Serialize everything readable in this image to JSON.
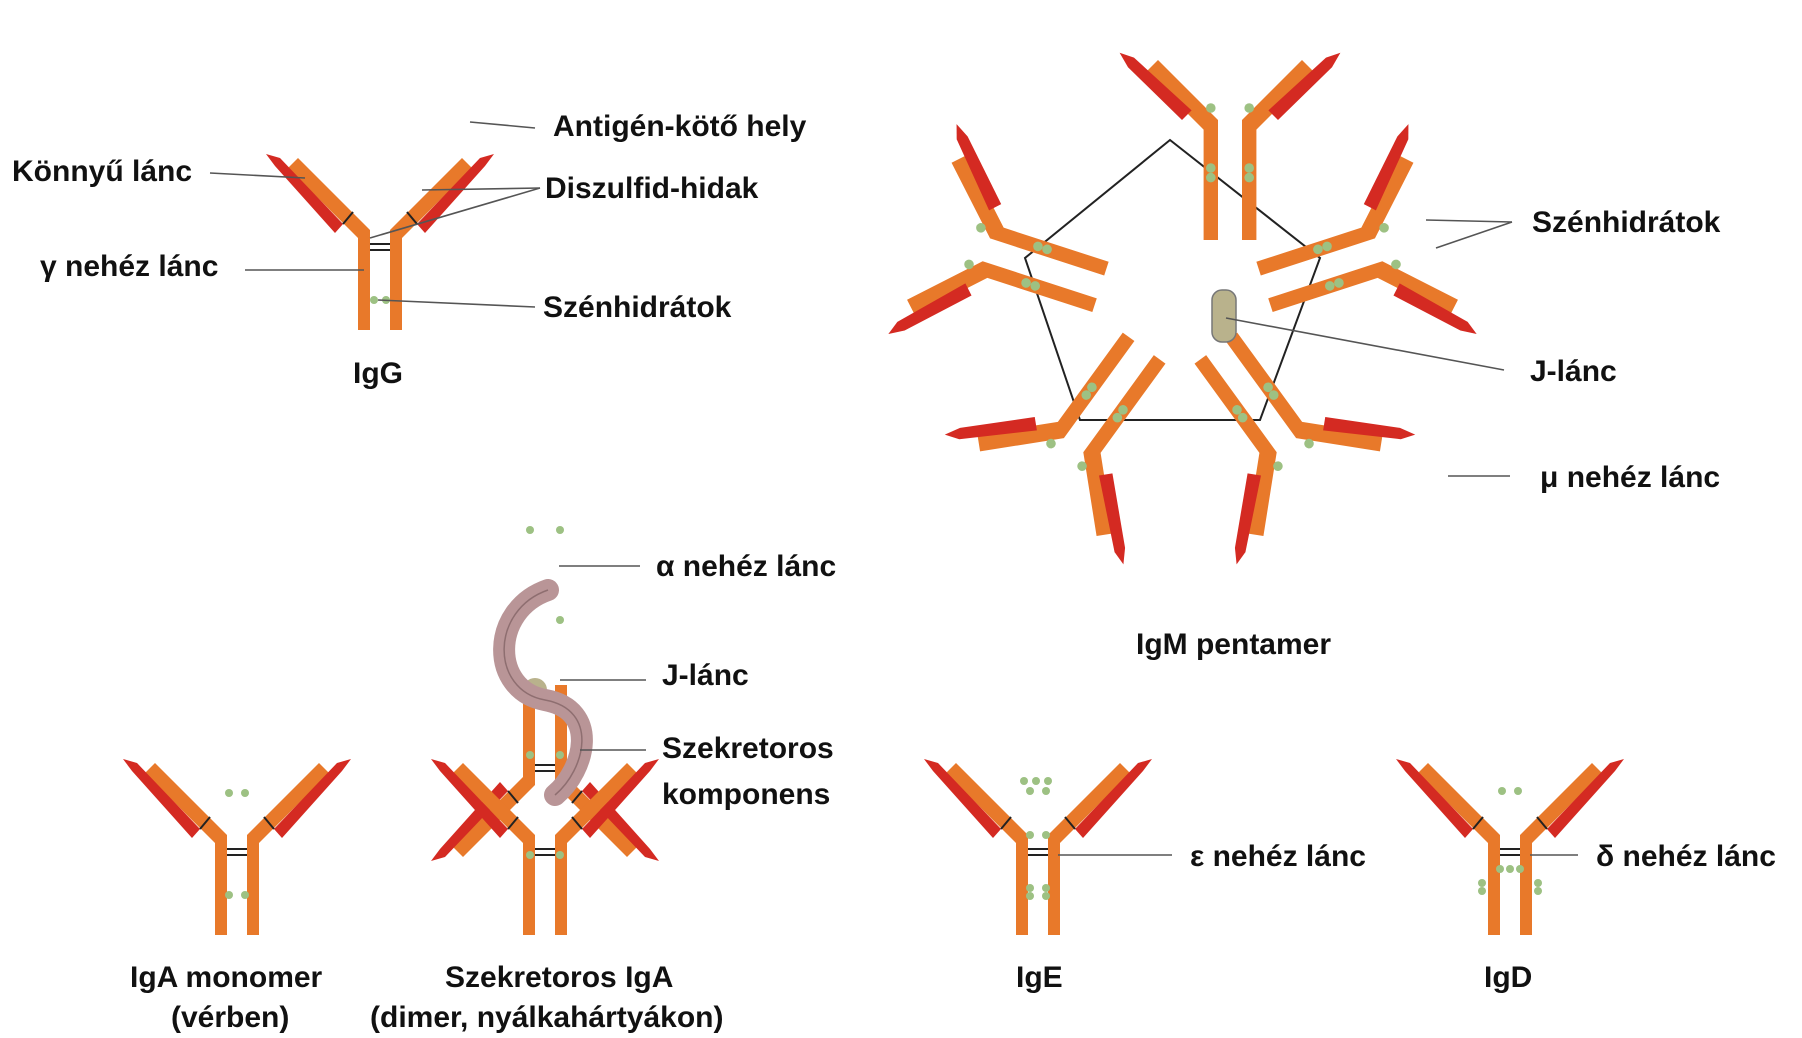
{
  "labels": {
    "igg_light_chain": "Könnyű lánc",
    "igg_antigen_site": "Antigén-kötő hely",
    "igg_disulfide": "Diszulfid-hidak",
    "igg_heavy_chain": "γ nehéz lánc",
    "igg_carbohydrates": "Szénhidrátok",
    "igg_title": "IgG",
    "igm_carbohydrates": "Szénhidrátok",
    "igm_j_chain": "J-lánc",
    "igm_heavy_chain": "μ nehéz lánc",
    "igm_title": "IgM pentamer",
    "iga_heavy_chain": "α nehéz lánc",
    "iga_j_chain": "J-lánc",
    "iga_secretory_1": "Szekretoros",
    "iga_secretory_2": "komponens",
    "iga_mono_title_1": "IgA monomer",
    "iga_mono_title_2": "(vérben)",
    "iga_sec_title_1": "Szekretoros IgA",
    "iga_sec_title_2": "(dimer, nyálkahártyákon)",
    "ige_heavy_chain": "ε nehéz lánc",
    "ige_title": "IgE",
    "igd_heavy_chain": "δ nehéz lánc",
    "igd_title": "IgD"
  },
  "colors": {
    "heavy_chain": "#E8792A",
    "light_chain": "#D42A22",
    "carbohydrate": "#9DC183",
    "j_chain": "#B9B28C",
    "secretory_component": "#B99597",
    "leader_line": "#444444"
  }
}
